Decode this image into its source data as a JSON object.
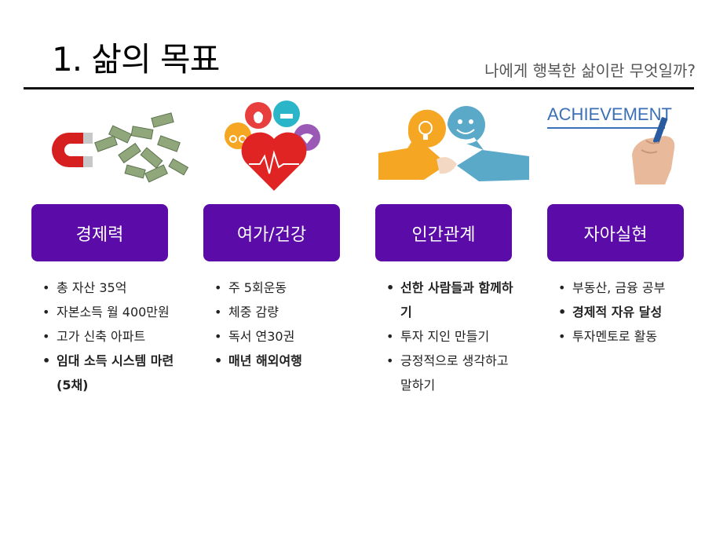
{
  "header": {
    "title": "1. 삶의 목표",
    "subtitle": "나에게 행복한 삶이란 무엇일까?"
  },
  "colors": {
    "label_bg": "#5b0ca8",
    "rule": "#111111"
  },
  "columns": [
    {
      "label": "경제력",
      "icon": "magnet-money-icon",
      "items": [
        {
          "text": "총 자산 35억",
          "bold": false
        },
        {
          "text": "자본소득 월 400만원",
          "bold": false
        },
        {
          "text": "고가 신축 아파트",
          "bold": false
        },
        {
          "text": "임대 소득 시스템 마련 (5채)",
          "bold": true
        }
      ]
    },
    {
      "label": "여가/건강",
      "icon": "heart-health-icon",
      "items": [
        {
          "text": "주 5회운동",
          "bold": false
        },
        {
          "text": "체중 감량",
          "bold": false
        },
        {
          "text": "독서 연30권",
          "bold": false
        },
        {
          "text": "매년 해외여행",
          "bold": true
        }
      ]
    },
    {
      "label": "인간관계",
      "icon": "handshake-icon",
      "items": [
        {
          "text": "선한 사람들과 함께하기",
          "bold": true
        },
        {
          "text": "투자 지인 만들기",
          "bold": false
        },
        {
          "text": "긍정적으로 생각하고 말하기",
          "bold": false
        }
      ]
    },
    {
      "label": "자아실현",
      "icon": "achievement-hand-icon",
      "illus_text": "ACHIEVEMENT",
      "items": [
        {
          "text": "부동산, 금융 공부",
          "bold": false
        },
        {
          "text": "경제적 자유 달성",
          "bold": true
        },
        {
          "text": "투자멘토로 활동",
          "bold": false
        }
      ]
    }
  ]
}
